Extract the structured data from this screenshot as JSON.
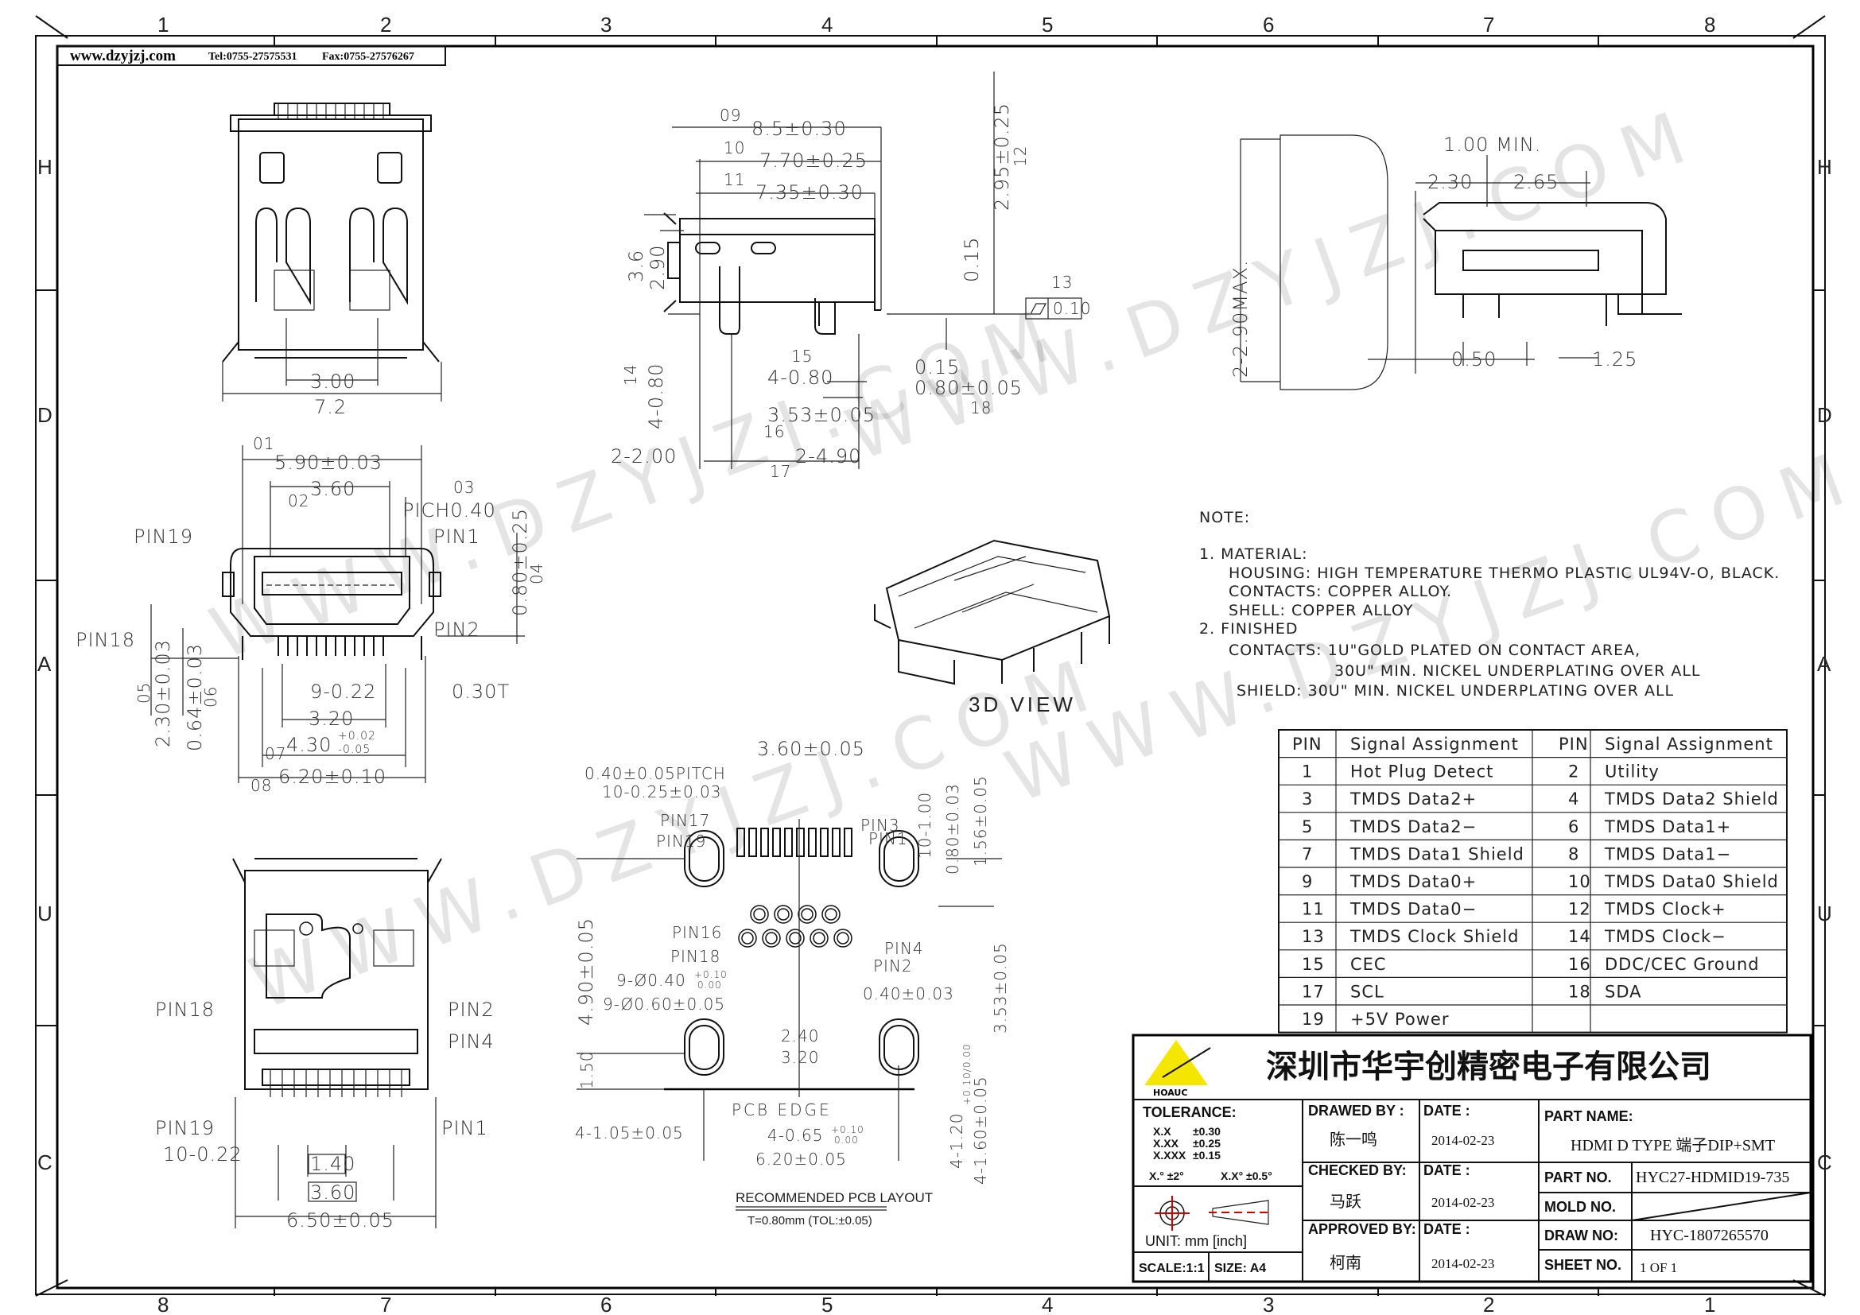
{
  "header": {
    "website": "www.dzyjzj.com",
    "tel": "Tel:0755-27575531",
    "fax": "Fax:0755-27576267"
  },
  "watermark": "WWW.DZYJZJ.COM",
  "frame": {
    "top_columns": [
      "1",
      "2",
      "3",
      "4",
      "5",
      "6",
      "7",
      "8"
    ],
    "bottom_columns": [
      "8",
      "7",
      "6",
      "5",
      "4",
      "3",
      "2",
      "1"
    ],
    "rows": [
      "H",
      "D",
      "A",
      "U",
      "C"
    ]
  },
  "views": {
    "top": {
      "d1": "3.00",
      "d2": "7.2"
    },
    "face": {
      "c01": "01",
      "d01": "5.90±0.03",
      "c02": "02",
      "d02": "3.60",
      "c03": "03",
      "d03": "PICH0.40",
      "pin19": "PIN19",
      "pin1": "PIN1",
      "pin18": "PIN18",
      "pin2": "PIN2",
      "c04": "04",
      "d04": "0.80±0.25",
      "d922": "9-0.22",
      "d030": "0.30T",
      "d320": "3.20",
      "c07": "07",
      "d07": "4.30",
      "d07tol_up": "+0.02",
      "d07tol_dn": "-0.05",
      "c08": "08",
      "d08": "6.20±0.10",
      "c05": "05",
      "d05": "2.30±0.03",
      "c06": "06",
      "d06": "0.64±0.03"
    },
    "bottom": {
      "pin18": "PIN18",
      "pin2": "PIN2",
      "pin4": "PIN4",
      "pin19": "PIN19",
      "pin1": "PIN1",
      "d1": "10-0.22",
      "d2": "1.40",
      "d3": "3.60",
      "d4": "6.50±0.05"
    },
    "side": {
      "c09": "09",
      "d09": "8.5±0.30",
      "c10": "10",
      "d10": "7.70±0.25",
      "c11": "11",
      "d11": "7.35±0.30",
      "c12": "12",
      "d12": "2.95±0.25",
      "d36": "3.6",
      "d290": "2.90",
      "d015v": "0.15",
      "c13": "13",
      "flat": "0.10",
      "c14": "14",
      "d14": "4-0.80",
      "c15": "15",
      "d15": "4-0.80",
      "d015": "0.15",
      "c18": "18",
      "d18": "0.80±0.05",
      "c16": "16",
      "d16": "3.53±0.05",
      "d200": "2-2.00",
      "c17": "17",
      "d490": "2-4.90"
    },
    "section": {
      "min": "1.00 MIN.",
      "d230": "2.30",
      "d265": "2.65",
      "max": "2-2.90MAX.",
      "d050": "0.50",
      "d125": "1.25"
    },
    "view3d": "3D VIEW",
    "pcb": {
      "d360": "3.60±0.05",
      "pitch": "0.40±0.05PITCH",
      "d025": "10-0.25±0.03",
      "pin17": "PIN17",
      "pin19": "PIN19",
      "pin3": "PIN3",
      "pin1": "PIN1",
      "d100": "10-1.00",
      "d080": "0.80±0.03",
      "d156": "1.56±0.05",
      "pin16": "PIN16",
      "pin18": "PIN18",
      "pin4": "PIN4",
      "pin2": "PIN2",
      "d040h": "9-Ø0.40",
      "d040h_up": "+0.10",
      "d040h_dn": "0.00",
      "d060h": "9-Ø0.60±0.05",
      "d040": "0.40±0.03",
      "d490": "4.90±0.05",
      "d353": "3.53±0.05",
      "d240": "2.40",
      "d320": "3.20",
      "d150": "1.50",
      "edge": "PCB EDGE",
      "d105": "4-1.05±0.05",
      "d065": "4-0.65",
      "d065_up": "+0.10",
      "d065_dn": "0.00",
      "d620": "6.20±0.05",
      "d120": "4-1.20",
      "d120_tol": "+0.10/0.00",
      "d160": "4-1.60±0.05",
      "title": "RECOMMENDED PCB LAYOUT",
      "thickness": "T=0.80mm (TOL:±0.05)"
    }
  },
  "notes": [
    "NOTE:",
    "1. MATERIAL:",
    "HOUSING: HIGH TEMPERATURE THERMO  PLASTIC UL94V-O, BLACK.",
    "CONTACTS: COPPER ALLOY.",
    "SHELL: COPPER ALLOY",
    "2. FINISHED",
    "CONTACTS: 1U\"GOLD PLATED ON CONTACT AREA,",
    "30U\" MIN. NICKEL UNDERPLATING OVER ALL",
    "SHIELD: 30U\" MIN. NICKEL UNDERPLATING OVER ALL"
  ],
  "pin_table": {
    "headers": [
      "PIN",
      "Signal Assignment",
      "PIN",
      "Signal Assignment"
    ],
    "rows": [
      [
        "1",
        "Hot Plug Detect",
        "2",
        "Utility"
      ],
      [
        "3",
        "TMDS Data2+",
        "4",
        "TMDS Data2 Shield"
      ],
      [
        "5",
        "TMDS Data2−",
        "6",
        "TMDS Data1+"
      ],
      [
        "7",
        "TMDS Data1 Shield",
        "8",
        "TMDS Data1−"
      ],
      [
        "9",
        "TMDS Data0+",
        "10",
        "TMDS Data0 Shield"
      ],
      [
        "11",
        "TMDS Data0−",
        "12",
        "TMDS Clock+"
      ],
      [
        "13",
        "TMDS Clock Shield",
        "14",
        "TMDS Clock−"
      ],
      [
        "15",
        "CEC",
        "16",
        "DDC/CEC Ground"
      ],
      [
        "17",
        "SCL",
        "18",
        "SDA"
      ],
      [
        "19",
        "+5V Power",
        "",
        ""
      ]
    ]
  },
  "title_block": {
    "logo_text": "HOAUC",
    "company": "深圳市华宇创精密电子有限公司",
    "tolerance_label": "TOLERANCE:",
    "tolerances": [
      [
        "X.X",
        "±0.30"
      ],
      [
        "X.XX",
        "±0.25"
      ],
      [
        "X.XXX",
        "±0.15"
      ]
    ],
    "angle_tol_1": "X.° ±2°",
    "angle_tol_2": "X.X° ±0.5°",
    "unit": "UNIT:  mm  [inch]",
    "scale": "SCALE:1:1",
    "size": "SIZE: A4",
    "drawed_by_label": "DRAWED BY :",
    "drawed_by": "陈一鸣",
    "checked_by_label": "CHECKED BY:",
    "checked_by": "马跃",
    "approved_by_label": "APPROVED BY:",
    "approved_by": "柯南",
    "date_label": "DATE :",
    "dates": [
      "2014-02-23",
      "2014-02-23",
      "2014-02-23"
    ],
    "part_name_label": "PART NAME:",
    "part_name": "HDMI D TYPE 端子DIP+SMT",
    "part_no_label": "PART NO.",
    "part_no": "HYC27-HDMID19-735",
    "mold_no_label": "MOLD NO.",
    "draw_no_label": "DRAW NO:",
    "draw_no": "HYC-1807265570",
    "sheet_no_label": "SHEET NO.",
    "sheet_no": "1 OF 1"
  },
  "colors": {
    "line": "#111111",
    "logo_yellow": "#f5e600",
    "symbol_red": "#d40000"
  }
}
